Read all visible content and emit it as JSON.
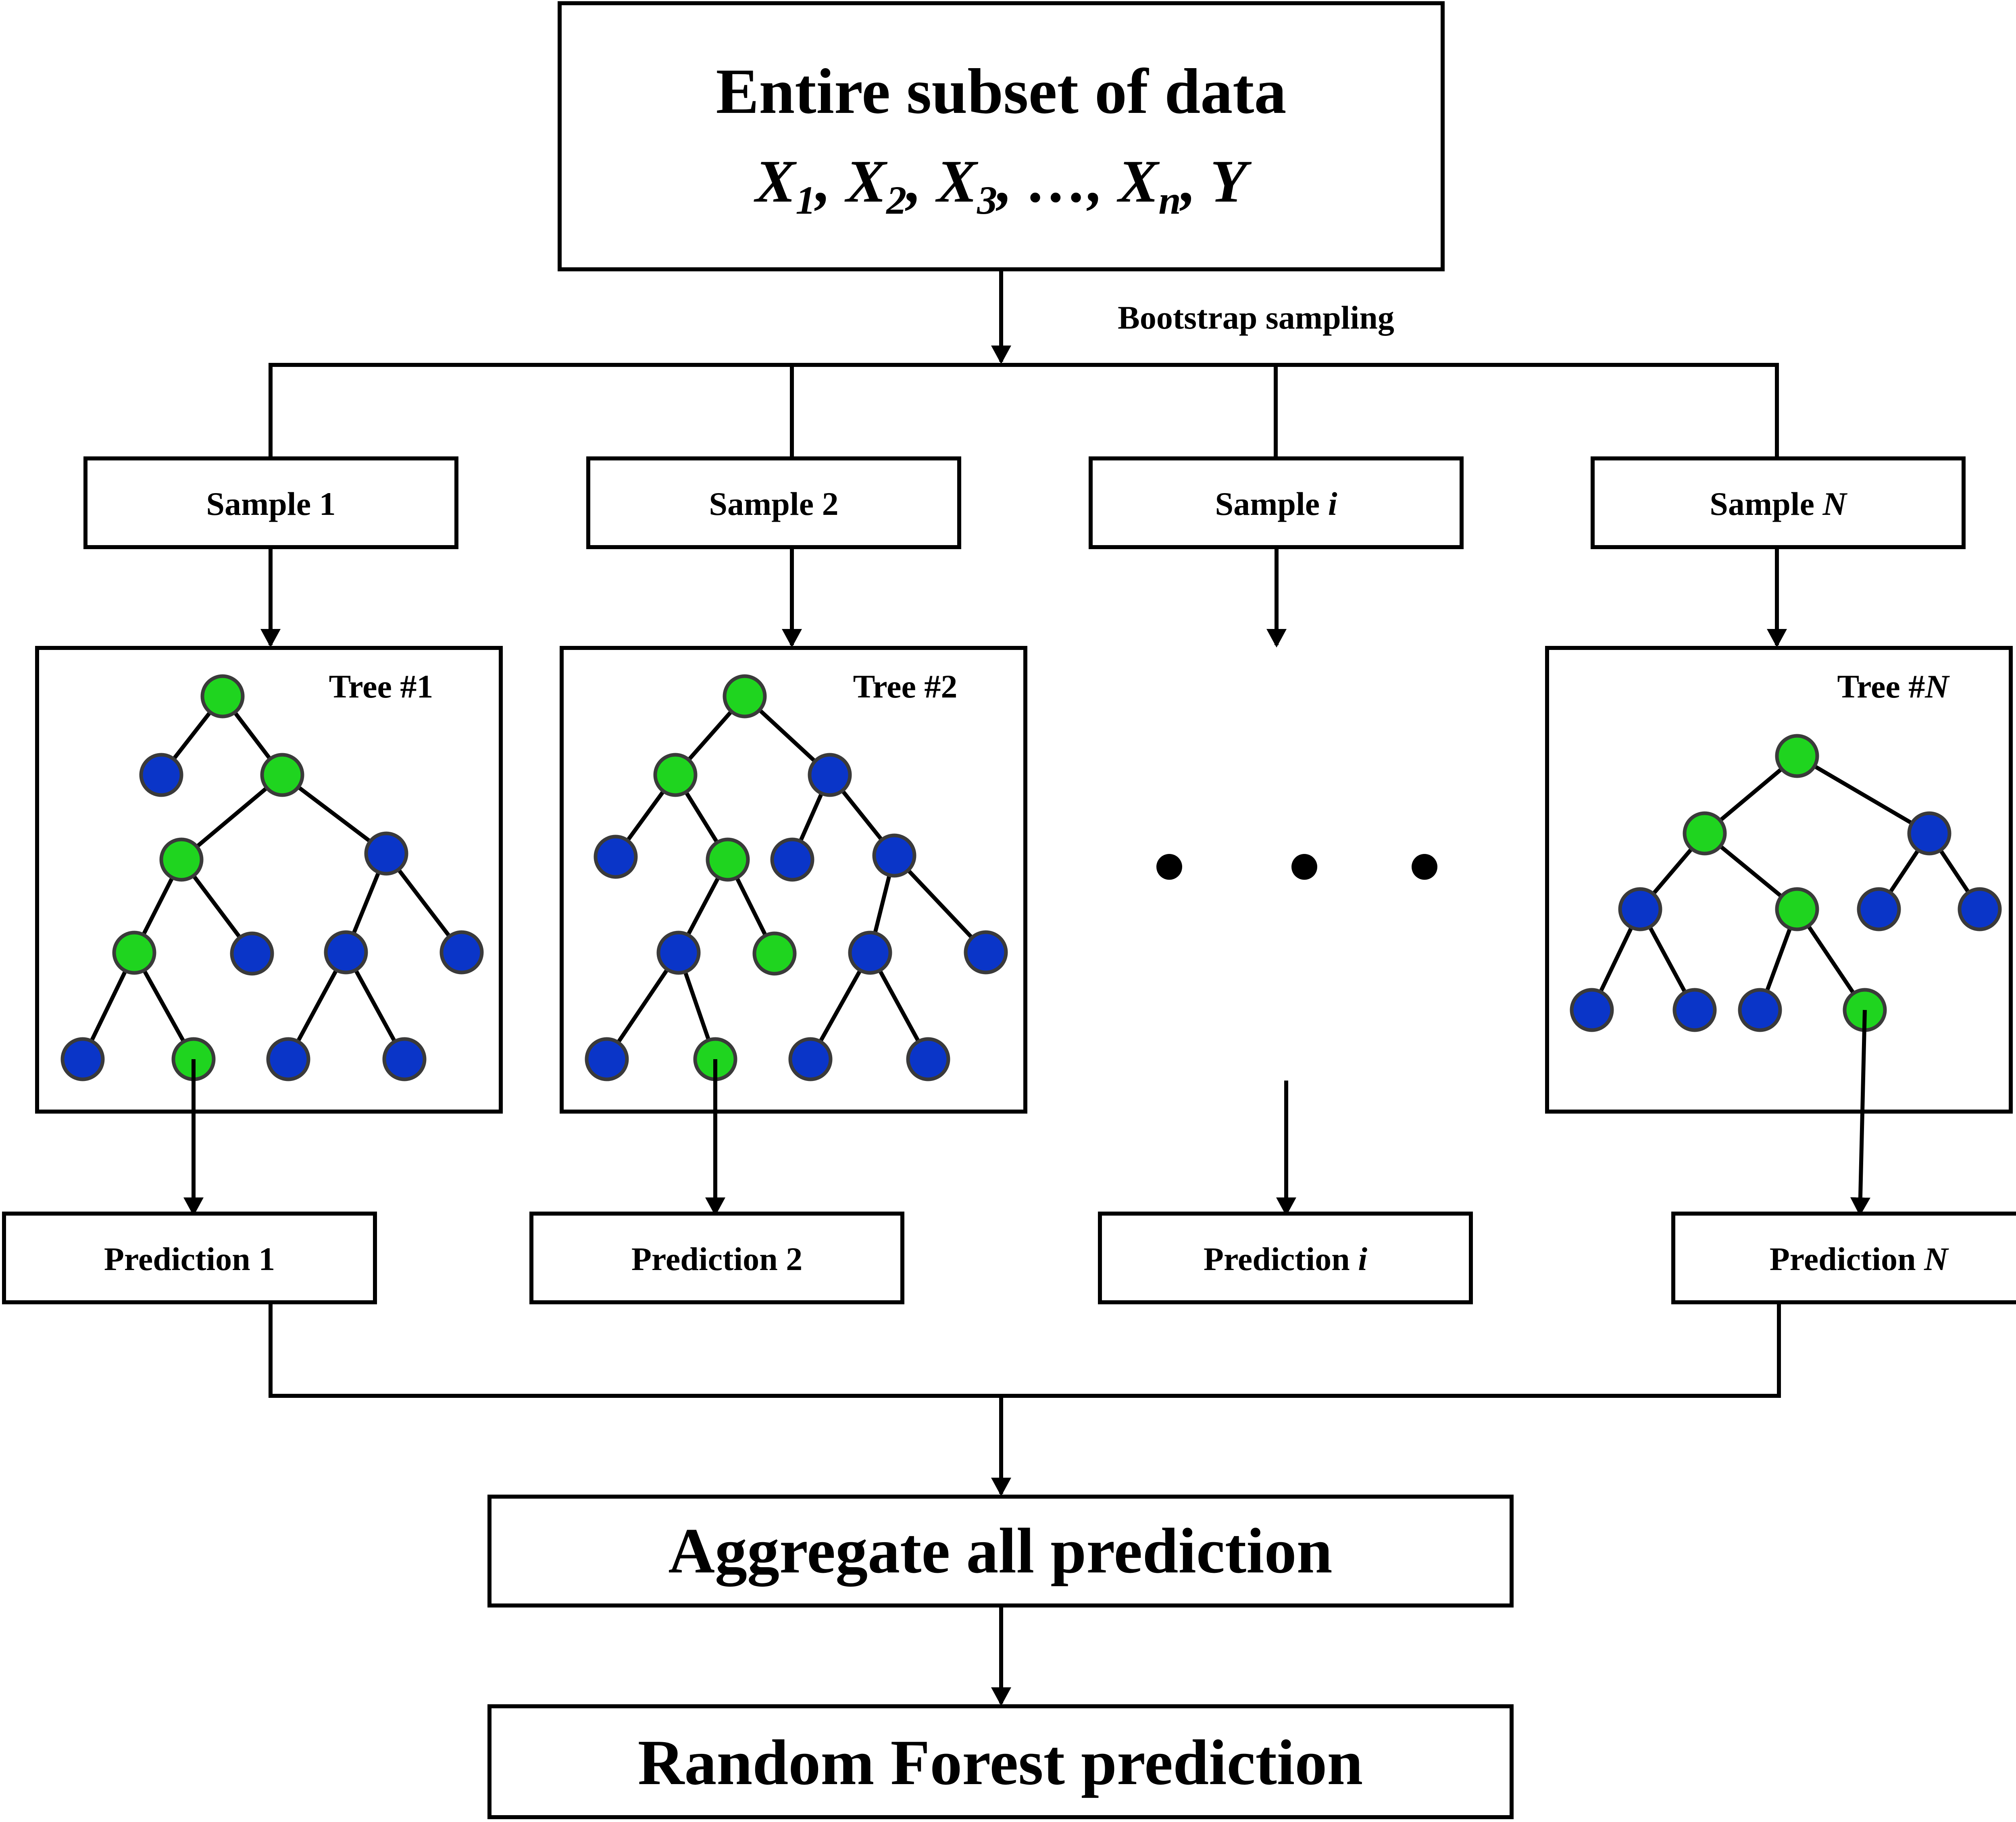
{
  "top_box": {
    "line1": "Entire subset of data",
    "vars": [
      "1",
      "2",
      "3",
      "n"
    ],
    "var_letter": "X",
    "ellipsis": "…",
    "target": "Y"
  },
  "bootstrap_label": "Bootstrap sampling",
  "samples": [
    {
      "prefix": "Sample ",
      "suffix": "1",
      "italic": false
    },
    {
      "prefix": "Sample ",
      "suffix": "2",
      "italic": false
    },
    {
      "prefix": "Sample ",
      "suffix": "i",
      "italic": true
    },
    {
      "prefix": "Sample ",
      "suffix": "N",
      "italic": true
    }
  ],
  "trees": [
    {
      "prefix": "Tree #",
      "suffix": "1",
      "italic": false
    },
    {
      "prefix": "Tree #",
      "suffix": "2",
      "italic": false
    },
    {
      "prefix": "Tree #",
      "suffix": "N",
      "italic": true
    }
  ],
  "predictions": [
    {
      "prefix": "Prediction ",
      "suffix": "1",
      "italic": false
    },
    {
      "prefix": "Prediction ",
      "suffix": "2",
      "italic": false
    },
    {
      "prefix": "Prediction ",
      "suffix": "i",
      "italic": true
    },
    {
      "prefix": "Prediction ",
      "suffix": "N",
      "italic": true
    }
  ],
  "aggregate_label": "Aggregate all prediction",
  "final_label": "Random Forest prediction",
  "colors": {
    "green_node": "#1fd41f",
    "blue_node": "#0a35c8",
    "node_outline": "#3a3a3a",
    "line": "#000000"
  }
}
